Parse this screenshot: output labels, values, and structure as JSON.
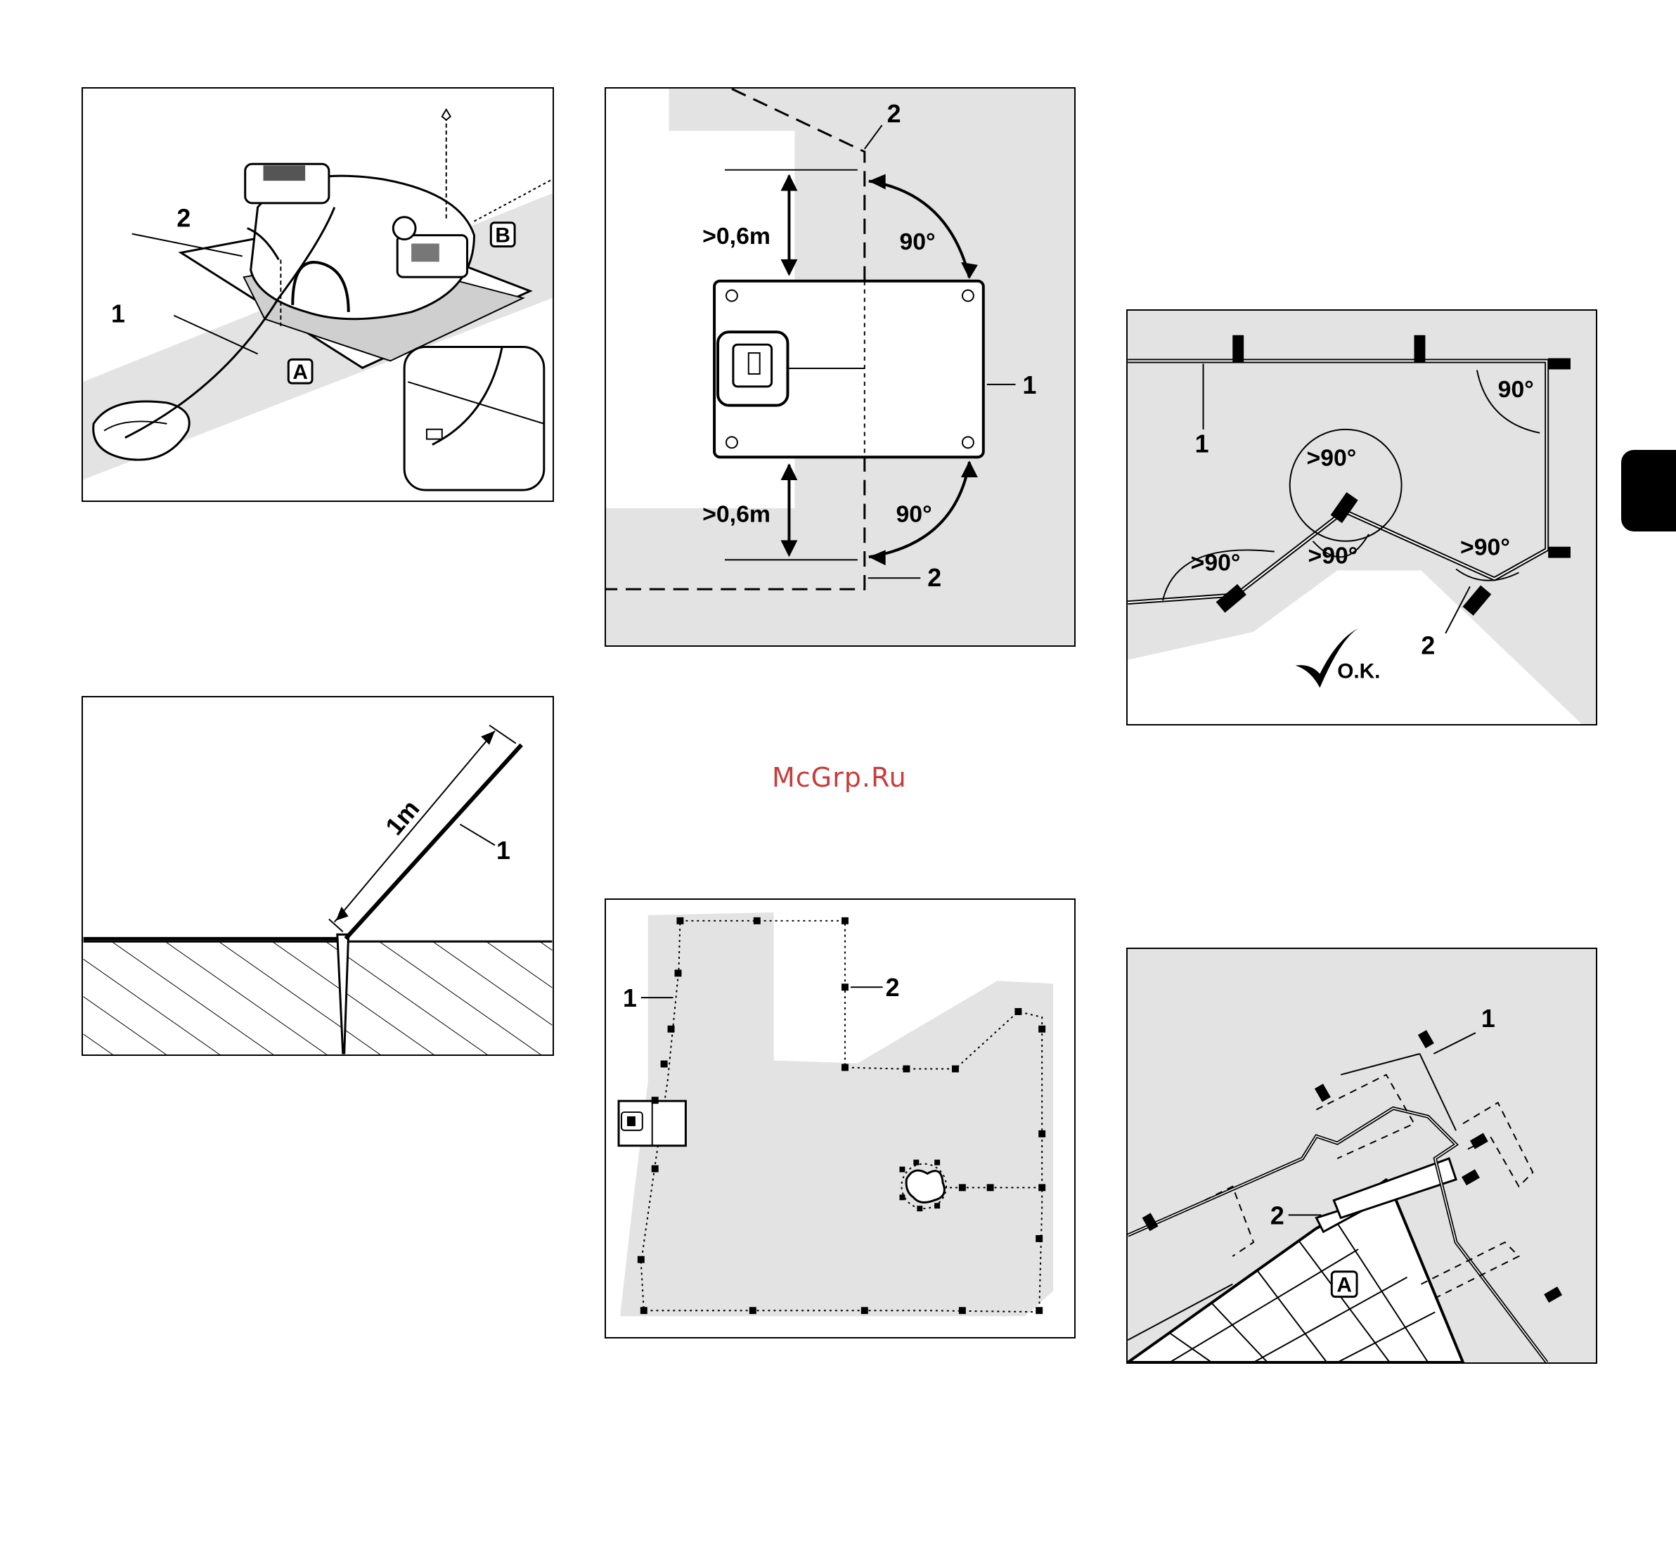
{
  "watermark": "McGrp.Ru",
  "fig_docking": {
    "callout_1": "1",
    "callout_2": "2",
    "marker_a": "A",
    "marker_b": "B"
  },
  "fig_distance": {
    "callout_top": "2",
    "callout_right": "1",
    "callout_bottom": "2",
    "dist_top": ">0,6m",
    "dist_bottom": ">0,6m",
    "angle_top": "90°",
    "angle_bottom": "90°"
  },
  "fig_corners": {
    "callout_1": "1",
    "callout_2": "2",
    "angle_right": "90°",
    "angle_top": ">90°",
    "angle_left": ">90°",
    "angle_middle": ">90°",
    "angle_right_inner": ">90°",
    "ok_label": "O.K."
  },
  "fig_stake": {
    "length": "1m",
    "callout_1": "1"
  },
  "fig_layout": {
    "callout_1": "1",
    "callout_2": "2"
  },
  "fig_patio": {
    "callout_1": "1",
    "callout_2": "2",
    "marker_a": "A"
  }
}
